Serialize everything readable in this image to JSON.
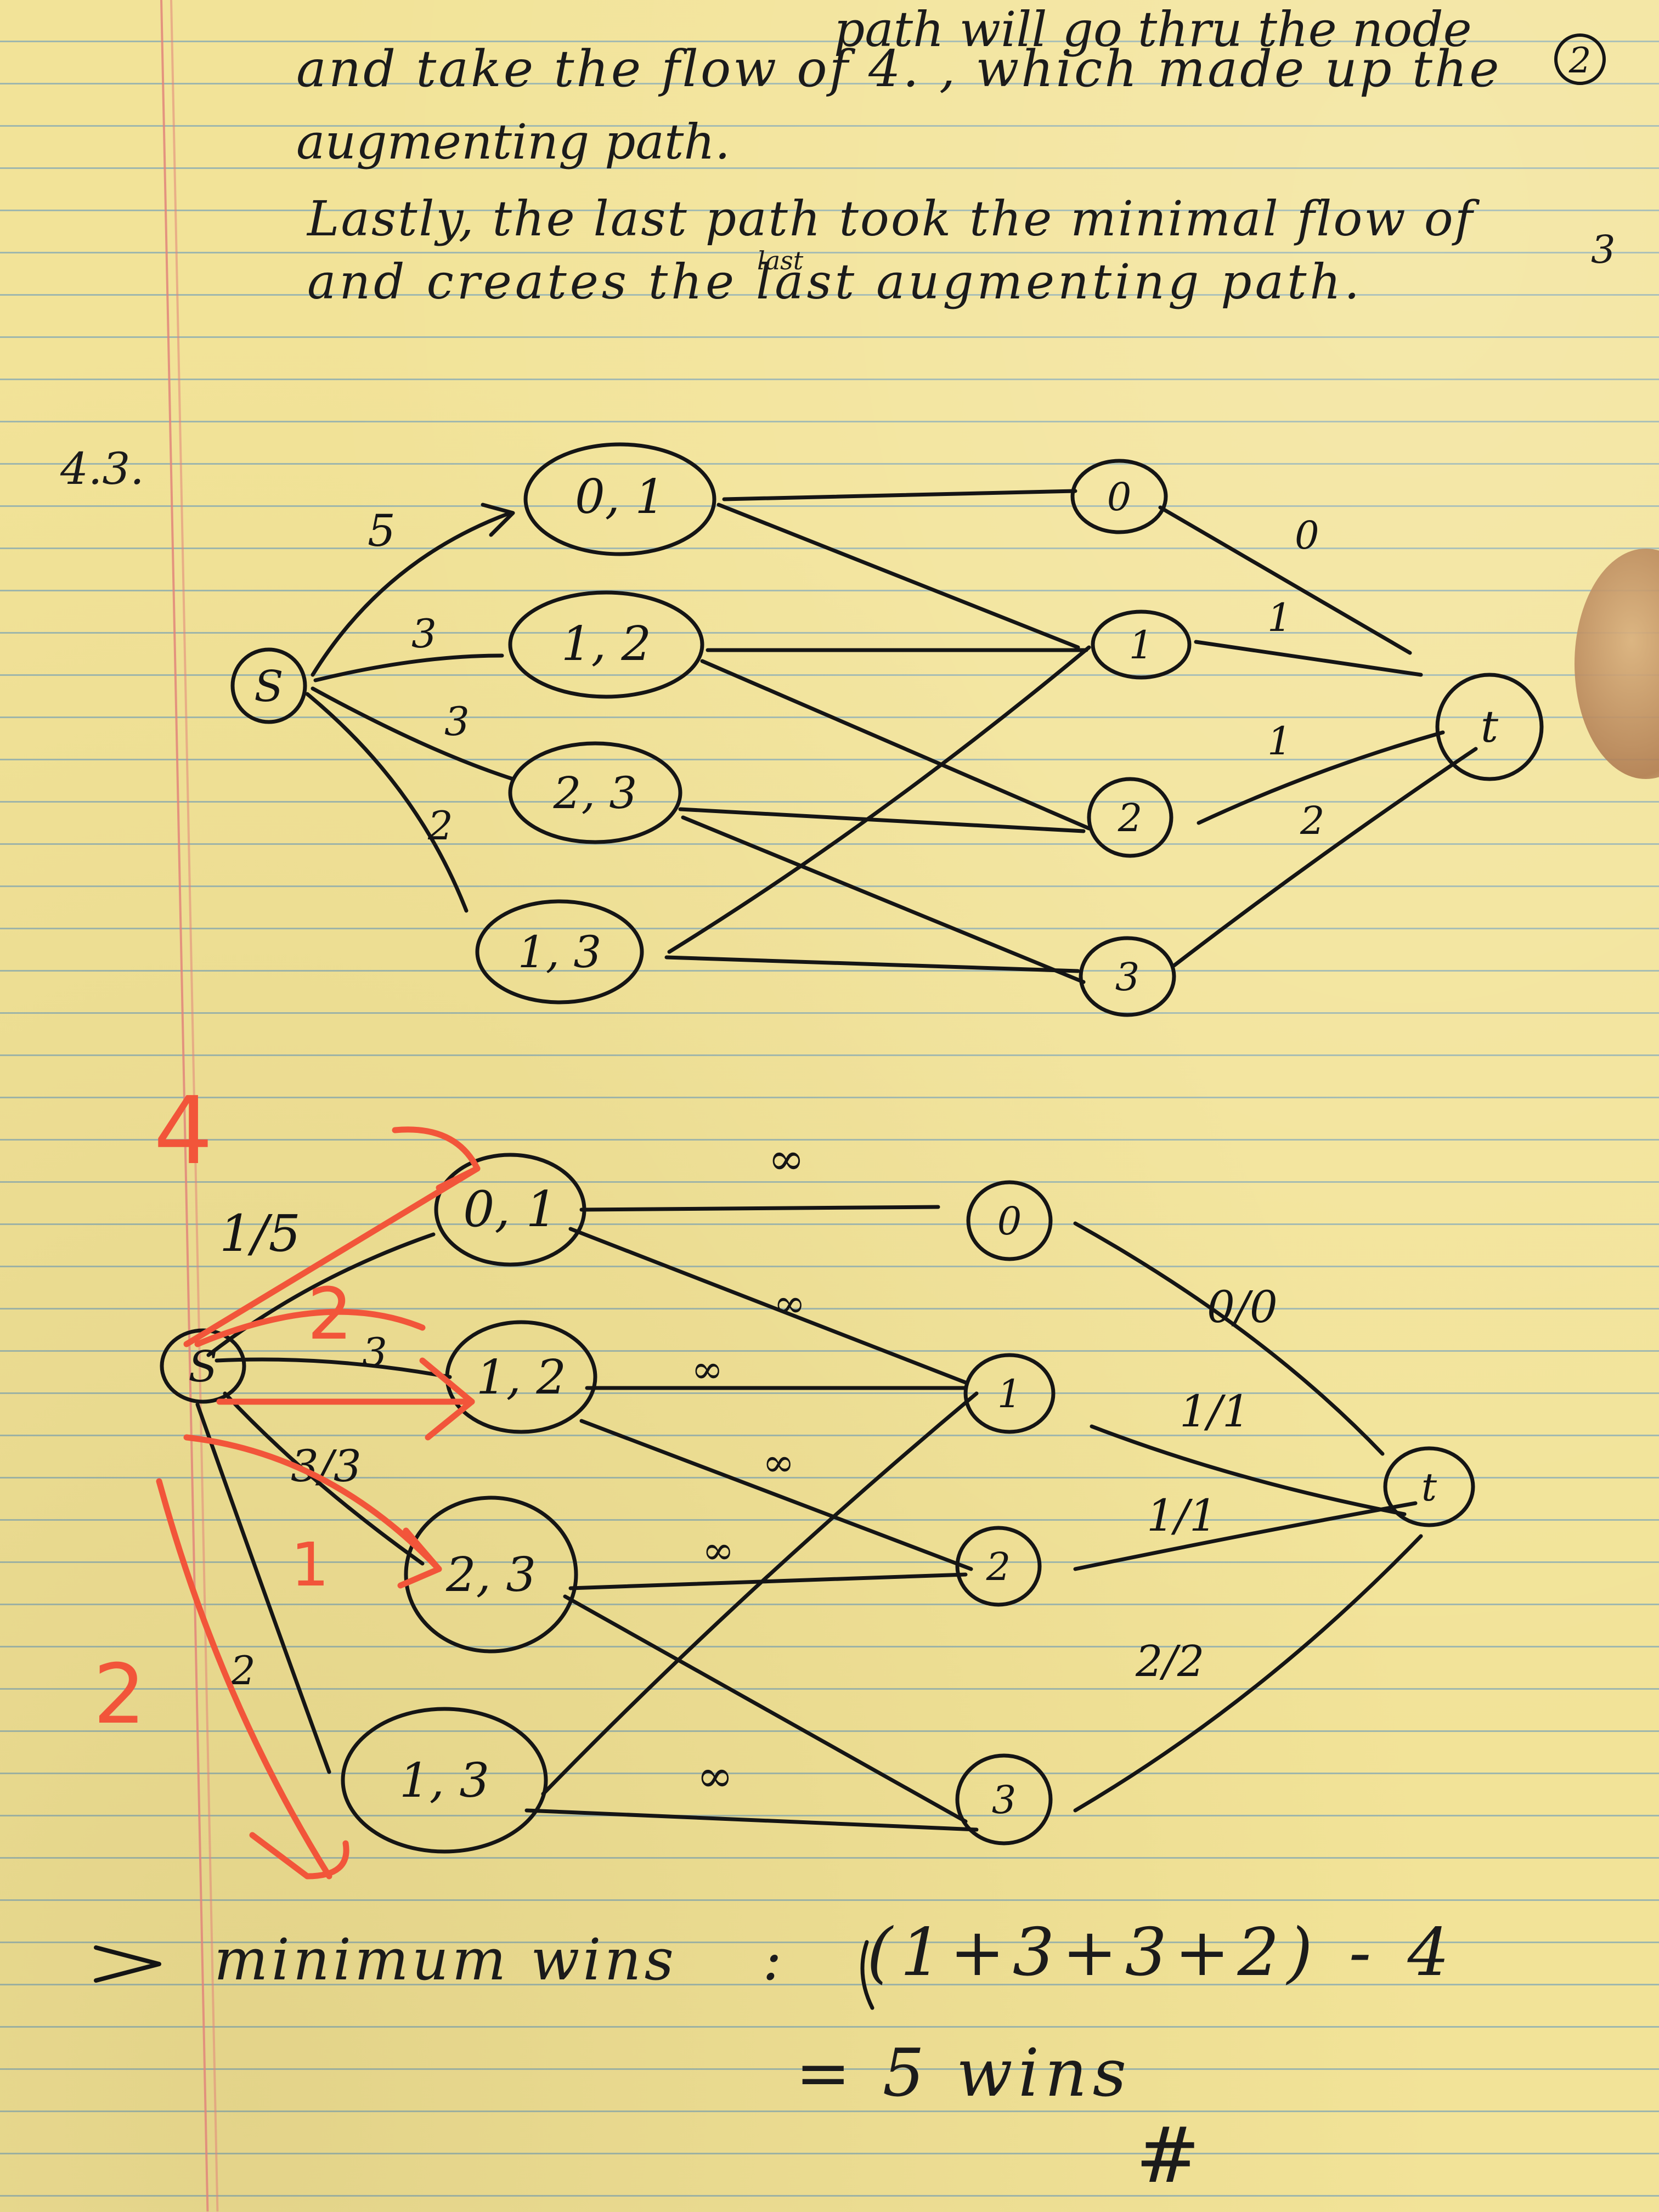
{
  "notes": {
    "line1": "path will go thru the node",
    "line1_node": "2",
    "line2": "and take the flow of 4. , which made up the",
    "line3": "augmenting path.",
    "line4": "Lastly, the last path took the minimal flow of",
    "line4_value": "3",
    "line5": "and creates the last augmenting path.",
    "line5_insert": "last",
    "problem_label": "4.3."
  },
  "graph_top": {
    "nodes": {
      "s": "S",
      "n01": "0, 1",
      "n12": "1, 2",
      "n23": "2, 3",
      "n13": "1, 3",
      "r0": "0",
      "r1": "1",
      "r2": "2",
      "r3": "3",
      "t": "t"
    },
    "source_caps": [
      "5",
      "3",
      "3",
      "2"
    ],
    "sink_caps": [
      "0",
      "1",
      "1",
      "2"
    ]
  },
  "graph_bottom": {
    "nodes": {
      "s": "S",
      "n01": "0, 1",
      "n12": "1, 2",
      "n23": "2, 3",
      "n13": "1, 3",
      "r0": "0",
      "r1": "1",
      "r2": "2",
      "r3": "3",
      "t": "t"
    },
    "source_flows": [
      "1/5",
      "3",
      "3/3",
      "2"
    ],
    "infinity": "∞",
    "sink_flows": [
      "0/0",
      "1/1",
      "1/1",
      "2/2"
    ],
    "augment_labels": [
      "4",
      "2",
      "1",
      "2"
    ],
    "colors": {
      "ink": "#151515",
      "augment": "#f2553a",
      "paper": "#f2e398"
    }
  },
  "conclusion": {
    "arrow": "=>",
    "label": "minimum wins",
    "colon": ":",
    "expression": "(1+3+3+2) - 4",
    "result": "= 5 wins",
    "hash": "#"
  }
}
